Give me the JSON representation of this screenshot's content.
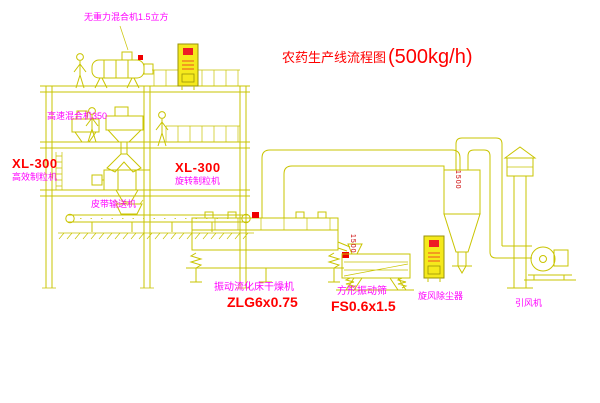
{
  "title": {
    "name": "农药生产线流程图",
    "capacity": "(500kg/h)"
  },
  "equipment": {
    "mixer_2d": {
      "label": "无重力混合机1.5立方"
    },
    "high_speed_mixer": {
      "label": "高速混合机350"
    },
    "granulator_left": {
      "model": "XL-300",
      "label": "高效制粒机"
    },
    "granulator_mid": {
      "model": "XL-300",
      "label": "旋转制粒机"
    },
    "belt_conveyor": {
      "label": "皮带输送机"
    },
    "fluid_bed_dryer": {
      "label": "振动流化床干燥机",
      "model": "ZLG6x0.75"
    },
    "vibrating_screen": {
      "label": "方形振动筛",
      "model": "FS0.6x1.5"
    },
    "cyclone": {
      "label": "旋风除尘器"
    },
    "fan": {
      "label": "引风机"
    }
  },
  "dimensions": {
    "riser": "1500",
    "screen_inlet": "1500"
  },
  "colors": {
    "line_yellow": "#c9c400",
    "label_magenta": "#ff00ff",
    "label_red": "#ff0000",
    "panel_yellow": "#f5e91c",
    "background": "#ffffff"
  }
}
